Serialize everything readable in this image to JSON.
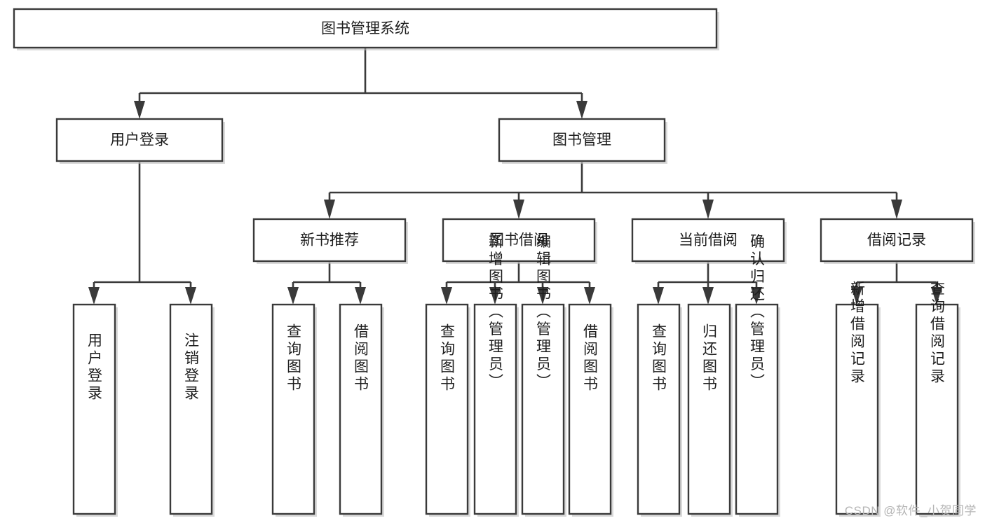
{
  "diagram": {
    "type": "tree-hierarchy-chart",
    "title": "图书管理系统",
    "orientation": "top-down",
    "colors": {
      "box_fill": "#ffffff",
      "box_stroke": "#3a3a3a",
      "text": "#1d1d1d",
      "shadow": "#b9b9b9",
      "background": "#ffffff",
      "watermark": "#b5b5b5"
    },
    "root": {
      "label": "图书管理系统"
    },
    "level2": [
      {
        "label": "用户登录"
      },
      {
        "label": "图书管理"
      }
    ],
    "level3": [
      {
        "label": "新书推荐"
      },
      {
        "label": "图书借阅"
      },
      {
        "label": "当前借阅"
      },
      {
        "label": "借阅记录"
      }
    ],
    "leaves": {
      "user_login": [
        {
          "label": "用户登录"
        },
        {
          "label": "注销登录"
        }
      ],
      "new_book_recommend": [
        {
          "label": "查询图书"
        },
        {
          "label": "借阅图书"
        }
      ],
      "book_borrow": [
        {
          "label": "查询图书"
        },
        {
          "label": "新增图书（管理员）"
        },
        {
          "label": "编辑图书（管理员）"
        },
        {
          "label": "借阅图书"
        }
      ],
      "current_borrow": [
        {
          "label": "查询图书"
        },
        {
          "label": "归还图书"
        },
        {
          "label": "确认归还（管理员）"
        }
      ],
      "borrow_record": [
        {
          "label": "新增借阅记录"
        },
        {
          "label": "查询借阅记录"
        }
      ]
    }
  },
  "watermark": {
    "text": "CSDN @软件_小贺同学"
  }
}
